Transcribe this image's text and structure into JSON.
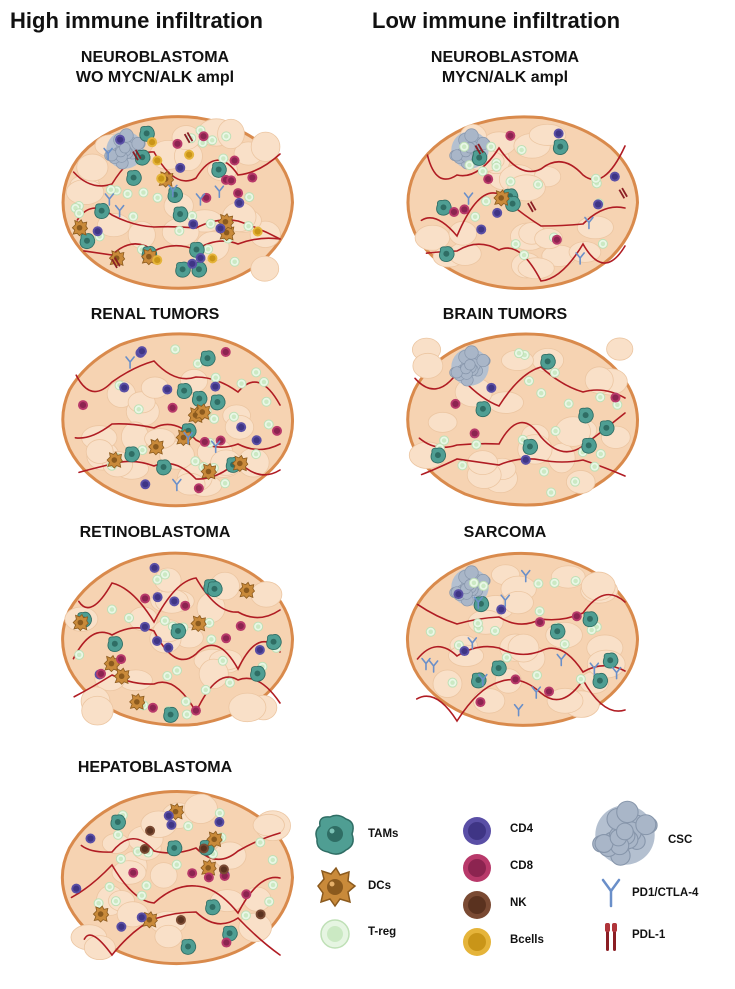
{
  "headers": {
    "high": "High immune infiltration",
    "low": "Low immune infiltration"
  },
  "panels": {
    "nb_wo": {
      "title_line1": "NEUROBLASTOMA",
      "title_line2": "WO MYCN/ALK ampl"
    },
    "nb_ampl": {
      "title_line1": "NEUROBLASTOMA",
      "title_line2": "MYCN/ALK ampl"
    },
    "renal": {
      "title": "RENAL TUMORS"
    },
    "brain": {
      "title": "BRAIN TUMORS"
    },
    "retino": {
      "title": "RETINOBLASTOMA"
    },
    "sarcoma": {
      "title": "SARCOMA"
    },
    "hepato": {
      "title": "HEPATOBLASTOMA"
    }
  },
  "legend": {
    "tams": "TAMs",
    "dcs": "DCs",
    "treg": "T-reg",
    "cd4": "CD4",
    "cd8": "CD8",
    "nk": "NK",
    "bcells": "Bcells",
    "csc": "CSC",
    "pd1": "PD1/CTLA-4",
    "pdl1": "PDL-1"
  },
  "colors": {
    "tissue_fill": "#f6d3b2",
    "tissue_outline": "#d98a4c",
    "vessel": "#b01c23",
    "tam": "#4f9e93",
    "dc": "#c98a3a",
    "treg": "#d8efd2",
    "cd4": "#5a4fa6",
    "cd8": "#b8396a",
    "nk": "#7a4a33",
    "bcell": "#e5b43a",
    "csc": "#a9b6c8",
    "pd1": "#6a8fc9",
    "pdl1": "#8b1e24"
  }
}
